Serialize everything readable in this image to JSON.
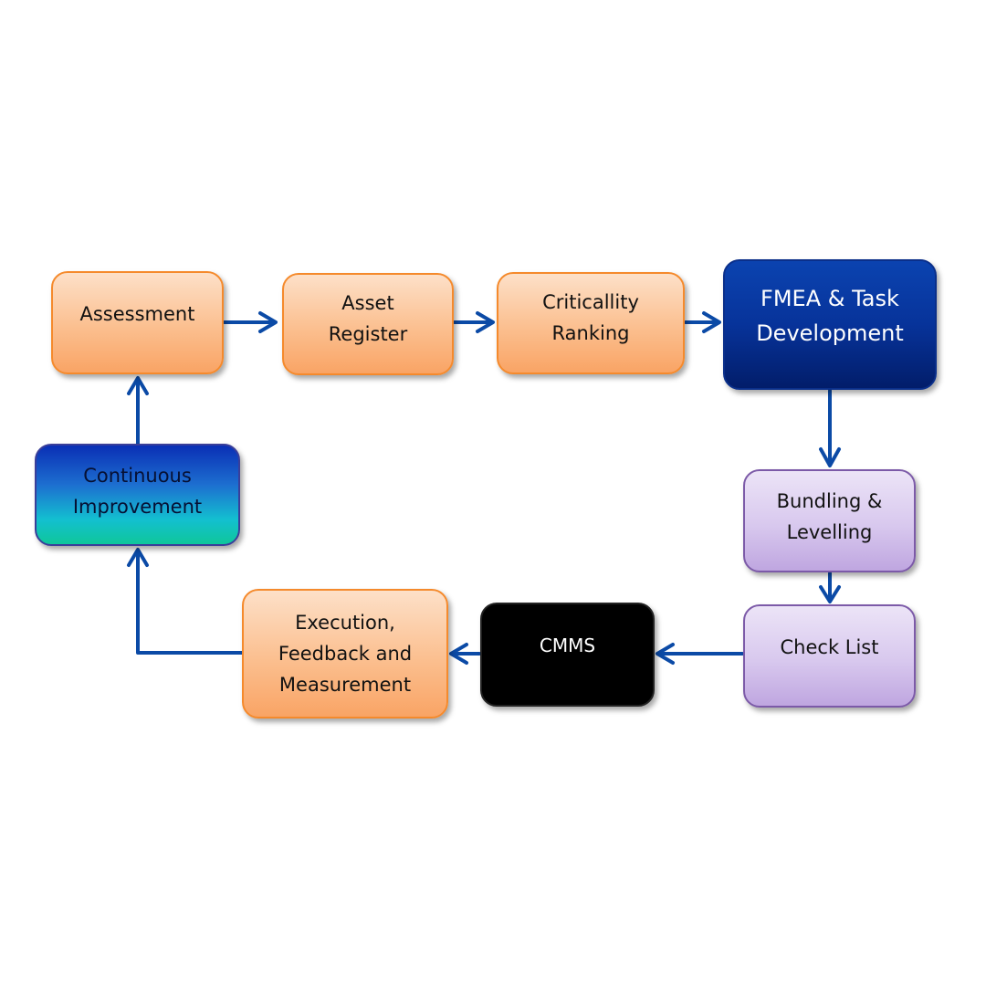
{
  "diagram": {
    "nodes": [
      {
        "id": "assessment",
        "label": "Assessment",
        "style": "orange"
      },
      {
        "id": "asset-register",
        "label": "Asset\nRegister",
        "style": "orange"
      },
      {
        "id": "criticality-ranking",
        "label": "Criticallity\nRanking",
        "style": "orange"
      },
      {
        "id": "fmea-task-development",
        "label": "FMEA & Task\nDevelopment",
        "style": "navy"
      },
      {
        "id": "bundling-levelling",
        "label": "Bundling &\nLevelling",
        "style": "purple"
      },
      {
        "id": "check-list",
        "label": "Check List",
        "style": "purple"
      },
      {
        "id": "cmms",
        "label": "CMMS",
        "style": "black"
      },
      {
        "id": "execution-feedback-measurement",
        "label": "Execution,\nFeedback and\nMeasurement",
        "style": "orange"
      },
      {
        "id": "continuous-improvement",
        "label": "Continuous\nImprovement",
        "style": "gradient-blue-teal"
      }
    ],
    "edges": [
      {
        "from": "assessment",
        "to": "asset-register"
      },
      {
        "from": "asset-register",
        "to": "criticality-ranking"
      },
      {
        "from": "criticality-ranking",
        "to": "fmea-task-development"
      },
      {
        "from": "fmea-task-development",
        "to": "bundling-levelling"
      },
      {
        "from": "bundling-levelling",
        "to": "check-list"
      },
      {
        "from": "check-list",
        "to": "cmms"
      },
      {
        "from": "cmms",
        "to": "execution-feedback-measurement"
      },
      {
        "from": "execution-feedback-measurement",
        "to": "continuous-improvement"
      },
      {
        "from": "continuous-improvement",
        "to": "assessment"
      }
    ],
    "colors": {
      "arrow": "#0b4aa6",
      "orange_border": "#f58a2c",
      "purple_border": "#7c5aa8",
      "navy": "#07339a",
      "black": "#000000"
    }
  }
}
